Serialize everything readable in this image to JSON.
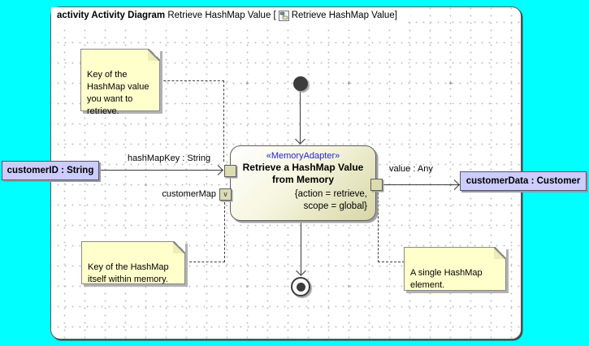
{
  "colors": {
    "canvas": "#00ffff",
    "note_fill": "#ffffcc",
    "object_fill": "#ccccff",
    "action_fill_bottom": "#d6d6a6",
    "stereotype_color": "#2424c8",
    "line": "#3a3a3a"
  },
  "tab": {
    "bold": "activity Activity Diagram",
    "text": " Retrieve HashMap Value [",
    "ref": "Retrieve HashMap Value",
    "close": "]",
    "icon": "activity-diagram-icon"
  },
  "action": {
    "stereotype": "«MemoryAdapter»",
    "name": "Retrieve a HashMap Value\nfrom Memory",
    "properties": "{action = retrieve,\nscope = global}"
  },
  "pins": {
    "hashMapKey_label": "hashMapKey : String",
    "customerMap_label": "customerMap",
    "customerMap_glyph": "∨",
    "value_label": "value : Any"
  },
  "objects": {
    "input": "customerID : String",
    "output": "customerData : Customer"
  },
  "notes": [
    {
      "text": "Key of the\nHashMap value\nyou want to\nretrieve."
    },
    {
      "text": "Key of the HashMap\nitself within memory."
    },
    {
      "text": "A single HashMap\nelement."
    }
  ]
}
